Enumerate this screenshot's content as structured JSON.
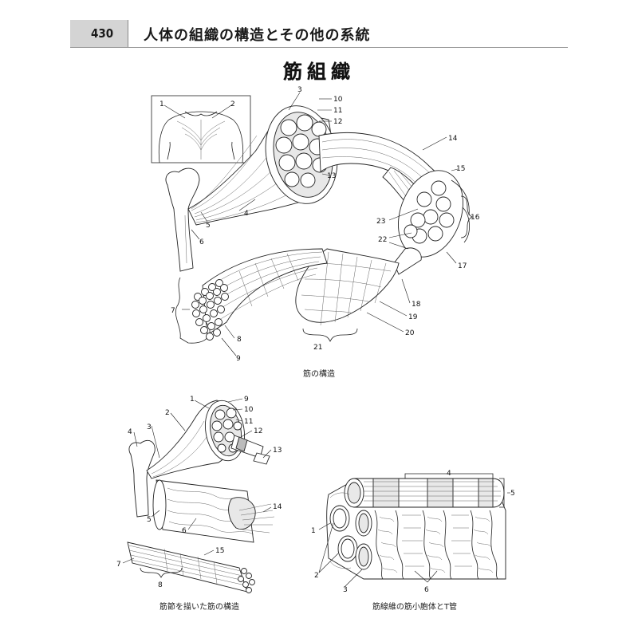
{
  "header": {
    "page_number": "430",
    "chapter_title": "人体の組織の構造とその他の系統"
  },
  "section_title": "筋組織",
  "figure1": {
    "caption": "筋の構造",
    "labels": [
      "1",
      "2",
      "3",
      "4",
      "5",
      "6",
      "7",
      "8",
      "9",
      "10",
      "11",
      "12",
      "13",
      "14",
      "15",
      "16",
      "17",
      "18",
      "19",
      "20",
      "21",
      "22",
      "23"
    ]
  },
  "figure2": {
    "caption": "筋節を描いた筋の構造",
    "labels": [
      "1",
      "2",
      "3",
      "4",
      "5",
      "6",
      "7",
      "8",
      "9",
      "10",
      "11",
      "12",
      "13",
      "14",
      "15"
    ]
  },
  "figure3": {
    "caption": "筋線維の筋小胞体とT管",
    "labels": [
      "1",
      "2",
      "3",
      "4",
      "5",
      "6"
    ]
  },
  "icons": {
    "bracket": "brace-bracket",
    "muscle": "muscle-illustration"
  }
}
